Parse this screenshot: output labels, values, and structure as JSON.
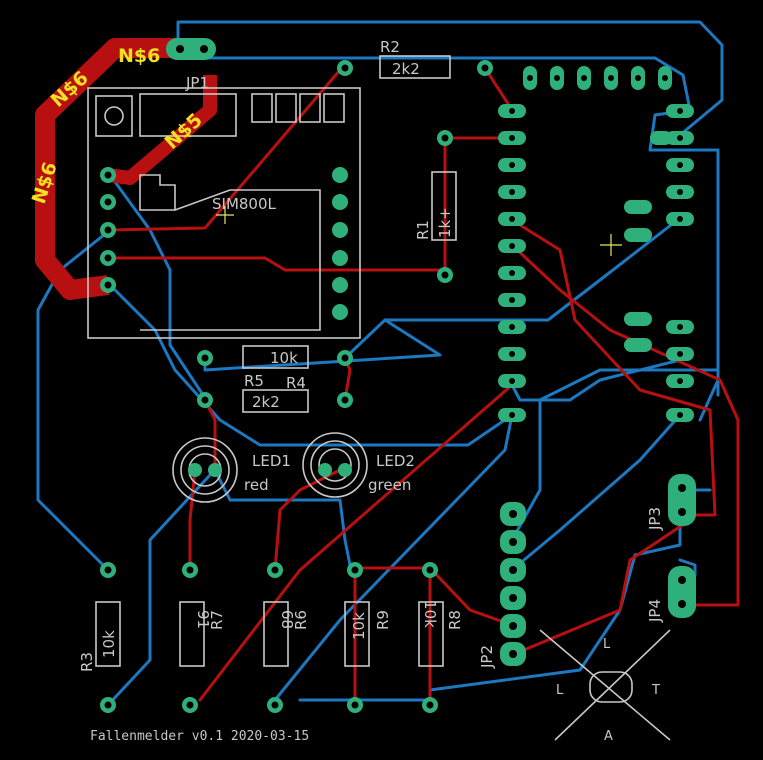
{
  "board": {
    "footer": "Fallenmelder v0.1 2020-03-15",
    "module": "SIM800L",
    "nets": {
      "n6a": "N$6",
      "n6b": "N$6",
      "n6c": "N$6",
      "n5": "N$5"
    },
    "parts": {
      "jp1": "JP1",
      "jp2": "JP2",
      "jp3": "JP3",
      "jp4": "JP4",
      "r1": "R1",
      "r1v": "1k+",
      "r2": "R2",
      "r2v": "2k2",
      "r3": "R3",
      "r3v": "10k",
      "r4": "R4",
      "r4v": "2k2",
      "r5": "R5",
      "r5v": "10k",
      "r6": "R6",
      "r6v": "68",
      "r7": "R7",
      "r7v": "91",
      "r8": "R8",
      "r8v": "10k",
      "r9": "R9",
      "r9v": "10k",
      "led1": "LED1",
      "led1c": "red",
      "led2": "LED2",
      "led2c": "green"
    },
    "sensor": {
      "l": "L",
      "t": "T",
      "a": "A"
    }
  },
  "colors": {
    "top_copper": "#b81010",
    "bottom_copper": "#1c78c0",
    "pads": "#2fb07a",
    "silk": "#c8c8c8",
    "net_label": "#f0e020"
  }
}
